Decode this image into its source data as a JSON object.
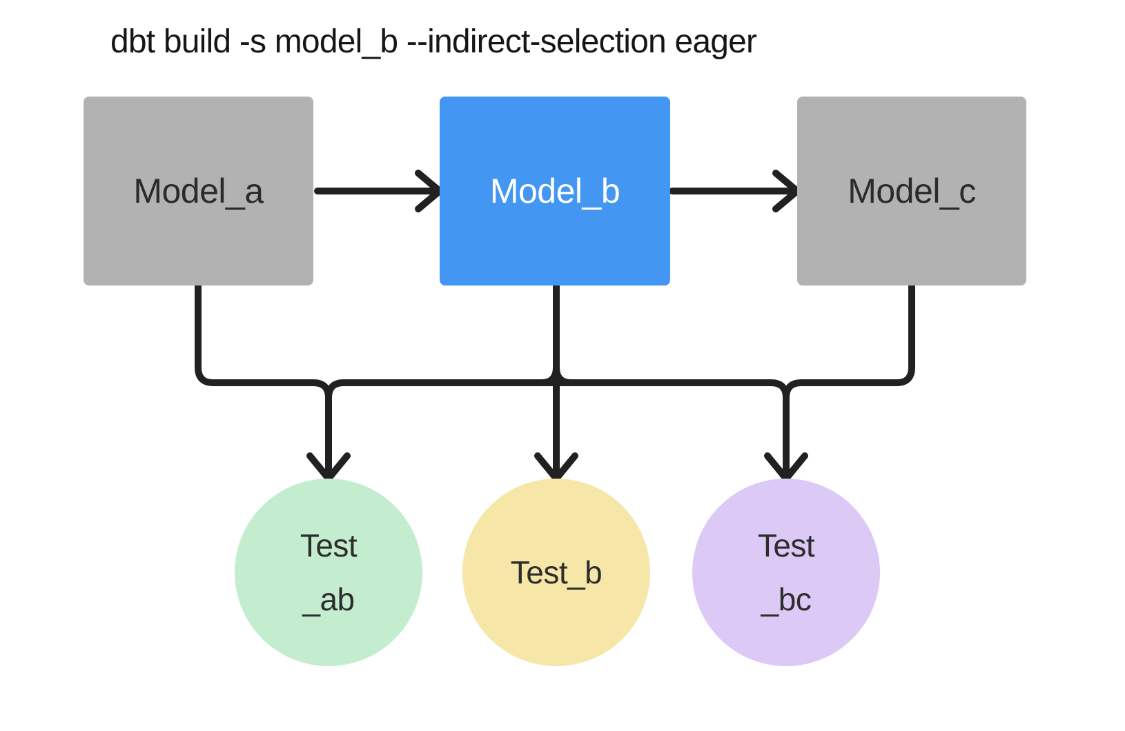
{
  "title": "dbt build -s model_b --indirect-selection eager",
  "colors": {
    "background": "#ffffff",
    "edge_line": "#212121",
    "model_default_fill": "#b2b2b2",
    "model_selected_fill": "#4496f3",
    "model_default_text": "#2b2b2b",
    "model_selected_text": "#ffffff",
    "test_ab_fill": "#c4edcf",
    "test_b_fill": "#f6e6a8",
    "test_bc_fill": "#dcc9f6",
    "test_text": "#2d2d2d",
    "title_text": "#161616"
  },
  "models": [
    {
      "id": "model_a",
      "label": "Model_a",
      "selected": false,
      "fill": "#b2b2b2",
      "text_color": "#2b2b2b"
    },
    {
      "id": "model_b",
      "label": "Model_b",
      "selected": true,
      "fill": "#4496f3",
      "text_color": "#ffffff"
    },
    {
      "id": "model_c",
      "label": "Model_c",
      "selected": false,
      "fill": "#b2b2b2",
      "text_color": "#2b2b2b"
    }
  ],
  "tests": [
    {
      "id": "test_ab",
      "line1": "Test",
      "line2": "_ab",
      "fill": "#c4edcf",
      "text_color": "#2d2d2d"
    },
    {
      "id": "test_b",
      "line1": "Test_b",
      "line2": "",
      "fill": "#f6e6a8",
      "text_color": "#2d2d2d"
    },
    {
      "id": "test_bc",
      "line1": "Test",
      "line2": "_bc",
      "fill": "#dcc9f6",
      "text_color": "#2d2d2d"
    }
  ],
  "edges": [
    {
      "from": "model_a",
      "to": "model_b",
      "arrow": true
    },
    {
      "from": "model_b",
      "to": "model_c",
      "arrow": true
    },
    {
      "from": "model_a",
      "to": "test_ab",
      "arrow": true
    },
    {
      "from": "model_b",
      "to": "test_ab",
      "arrow": true
    },
    {
      "from": "model_b",
      "to": "test_b",
      "arrow": true
    },
    {
      "from": "model_b",
      "to": "test_bc",
      "arrow": true
    },
    {
      "from": "model_c",
      "to": "test_bc",
      "arrow": true
    }
  ]
}
